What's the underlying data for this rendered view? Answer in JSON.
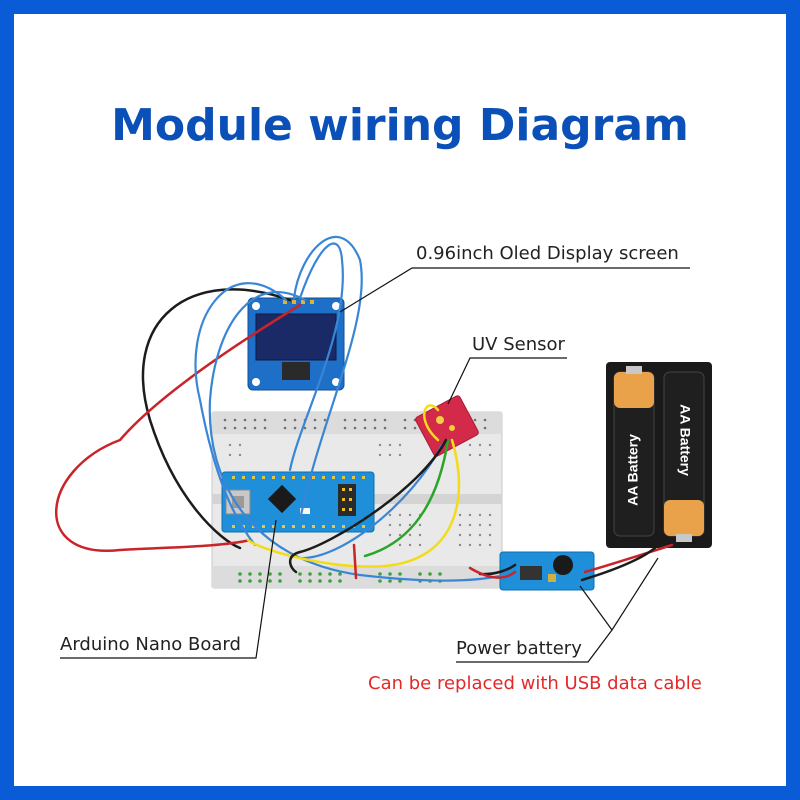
{
  "title": "Module wiring Diagram",
  "labels": {
    "oled": "0.96inch Oled Display screen",
    "uv": "UV Sensor",
    "arduino": "Arduino Nano Board",
    "battery": "Power battery",
    "usb_note": "Can be replaced with USB data cable"
  },
  "battery_text": {
    "left": "AA Battery",
    "right": "AA Battery"
  },
  "colors": {
    "frame": "#0a5bd6",
    "title": "#0a50b8",
    "note": "#e02a2a",
    "wire_blue": "#3a86d6",
    "wire_red": "#c8242a",
    "wire_black": "#1c1c1c",
    "wire_yellow": "#f2dc1a",
    "wire_green": "#2aa52a"
  }
}
